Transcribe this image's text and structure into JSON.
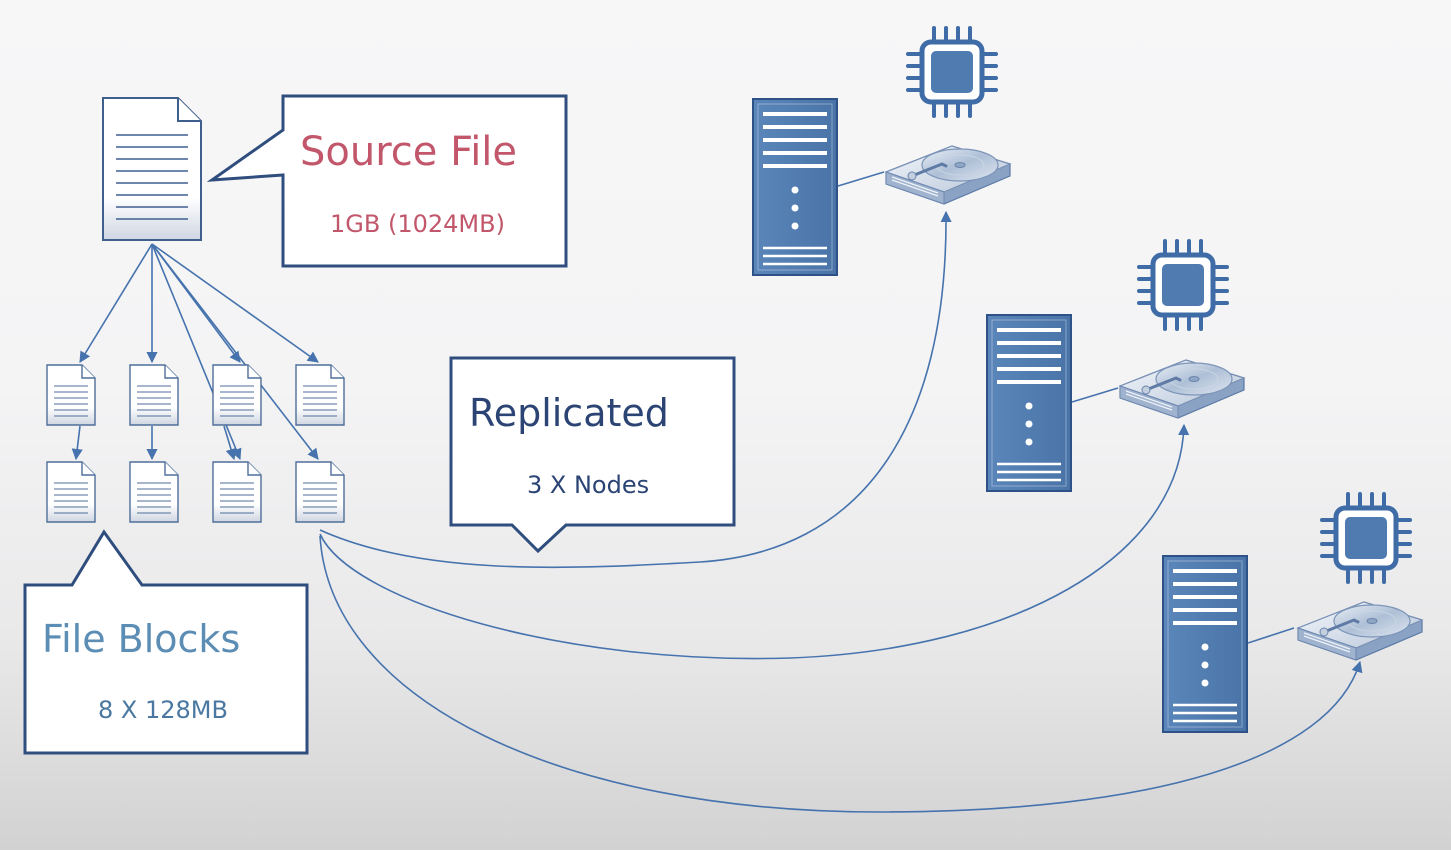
{
  "source_callout": {
    "title": "Source File",
    "subtitle": "1GB (1024MB)"
  },
  "replicated_callout": {
    "title": "Replicated",
    "subtitle": "3 X Nodes"
  },
  "blocks_callout": {
    "title": "File Blocks",
    "subtitle": "8 X 128MB"
  },
  "colors": {
    "source_text": "#c2566a",
    "replicated_text": "#2b4474",
    "blocks_title": "#5b8db5",
    "blocks_sub": "#4a78a0",
    "box_border": "#2f4e7d",
    "node_blue": "#4f7bb0",
    "arrow_blue": "#4673ad"
  },
  "icons": [
    "document-icon",
    "server-icon",
    "cpu-icon",
    "hard-drive-icon"
  ]
}
